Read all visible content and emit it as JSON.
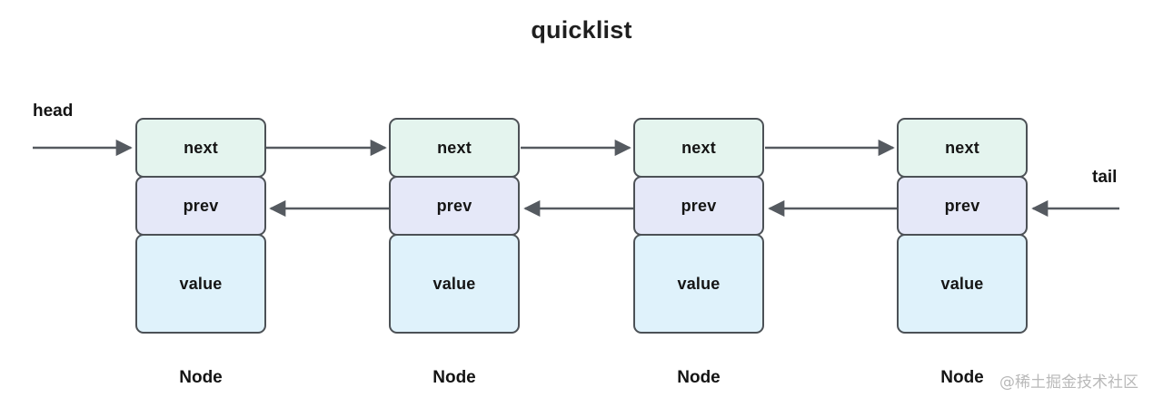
{
  "diagram": {
    "title": "quicklist",
    "type": "doubly-linked-list",
    "background_color": "#ffffff"
  },
  "endpoints": [
    {
      "key": "head",
      "label": "head",
      "direction": "right",
      "target_field": "next"
    },
    {
      "key": "tail",
      "label": "tail",
      "direction": "left",
      "target_field": "prev"
    }
  ],
  "field_labels": {
    "next": "next",
    "prev": "prev",
    "value": "value"
  },
  "field_colors": {
    "next": "#e4f4ee",
    "prev": "#e5e8f8",
    "value": "#dff2fb",
    "border": "#4c5156",
    "arrow": "#555a60"
  },
  "nodes": [
    {
      "caption": "Node",
      "fields": {
        "next": "next",
        "prev": "prev",
        "value": "value"
      }
    },
    {
      "caption": "Node",
      "fields": {
        "next": "next",
        "prev": "prev",
        "value": "value"
      }
    },
    {
      "caption": "Node",
      "fields": {
        "next": "next",
        "prev": "prev",
        "value": "value"
      }
    },
    {
      "caption": "Node",
      "fields": {
        "next": "next",
        "prev": "prev",
        "value": "value"
      }
    }
  ],
  "connections": [
    {
      "from": "head",
      "to": "node-1-next",
      "direction": "right"
    },
    {
      "from": "node-1-next",
      "to": "node-2-next",
      "direction": "right"
    },
    {
      "from": "node-2-next",
      "to": "node-3-next",
      "direction": "right"
    },
    {
      "from": "node-3-next",
      "to": "node-4-next",
      "direction": "right"
    },
    {
      "from": "node-2-prev",
      "to": "node-1-prev",
      "direction": "left"
    },
    {
      "from": "node-3-prev",
      "to": "node-2-prev",
      "direction": "left"
    },
    {
      "from": "node-4-prev",
      "to": "node-3-prev",
      "direction": "left"
    },
    {
      "from": "tail",
      "to": "node-4-prev",
      "direction": "left"
    }
  ],
  "watermark": {
    "text": "@稀土掘金技术社区"
  }
}
